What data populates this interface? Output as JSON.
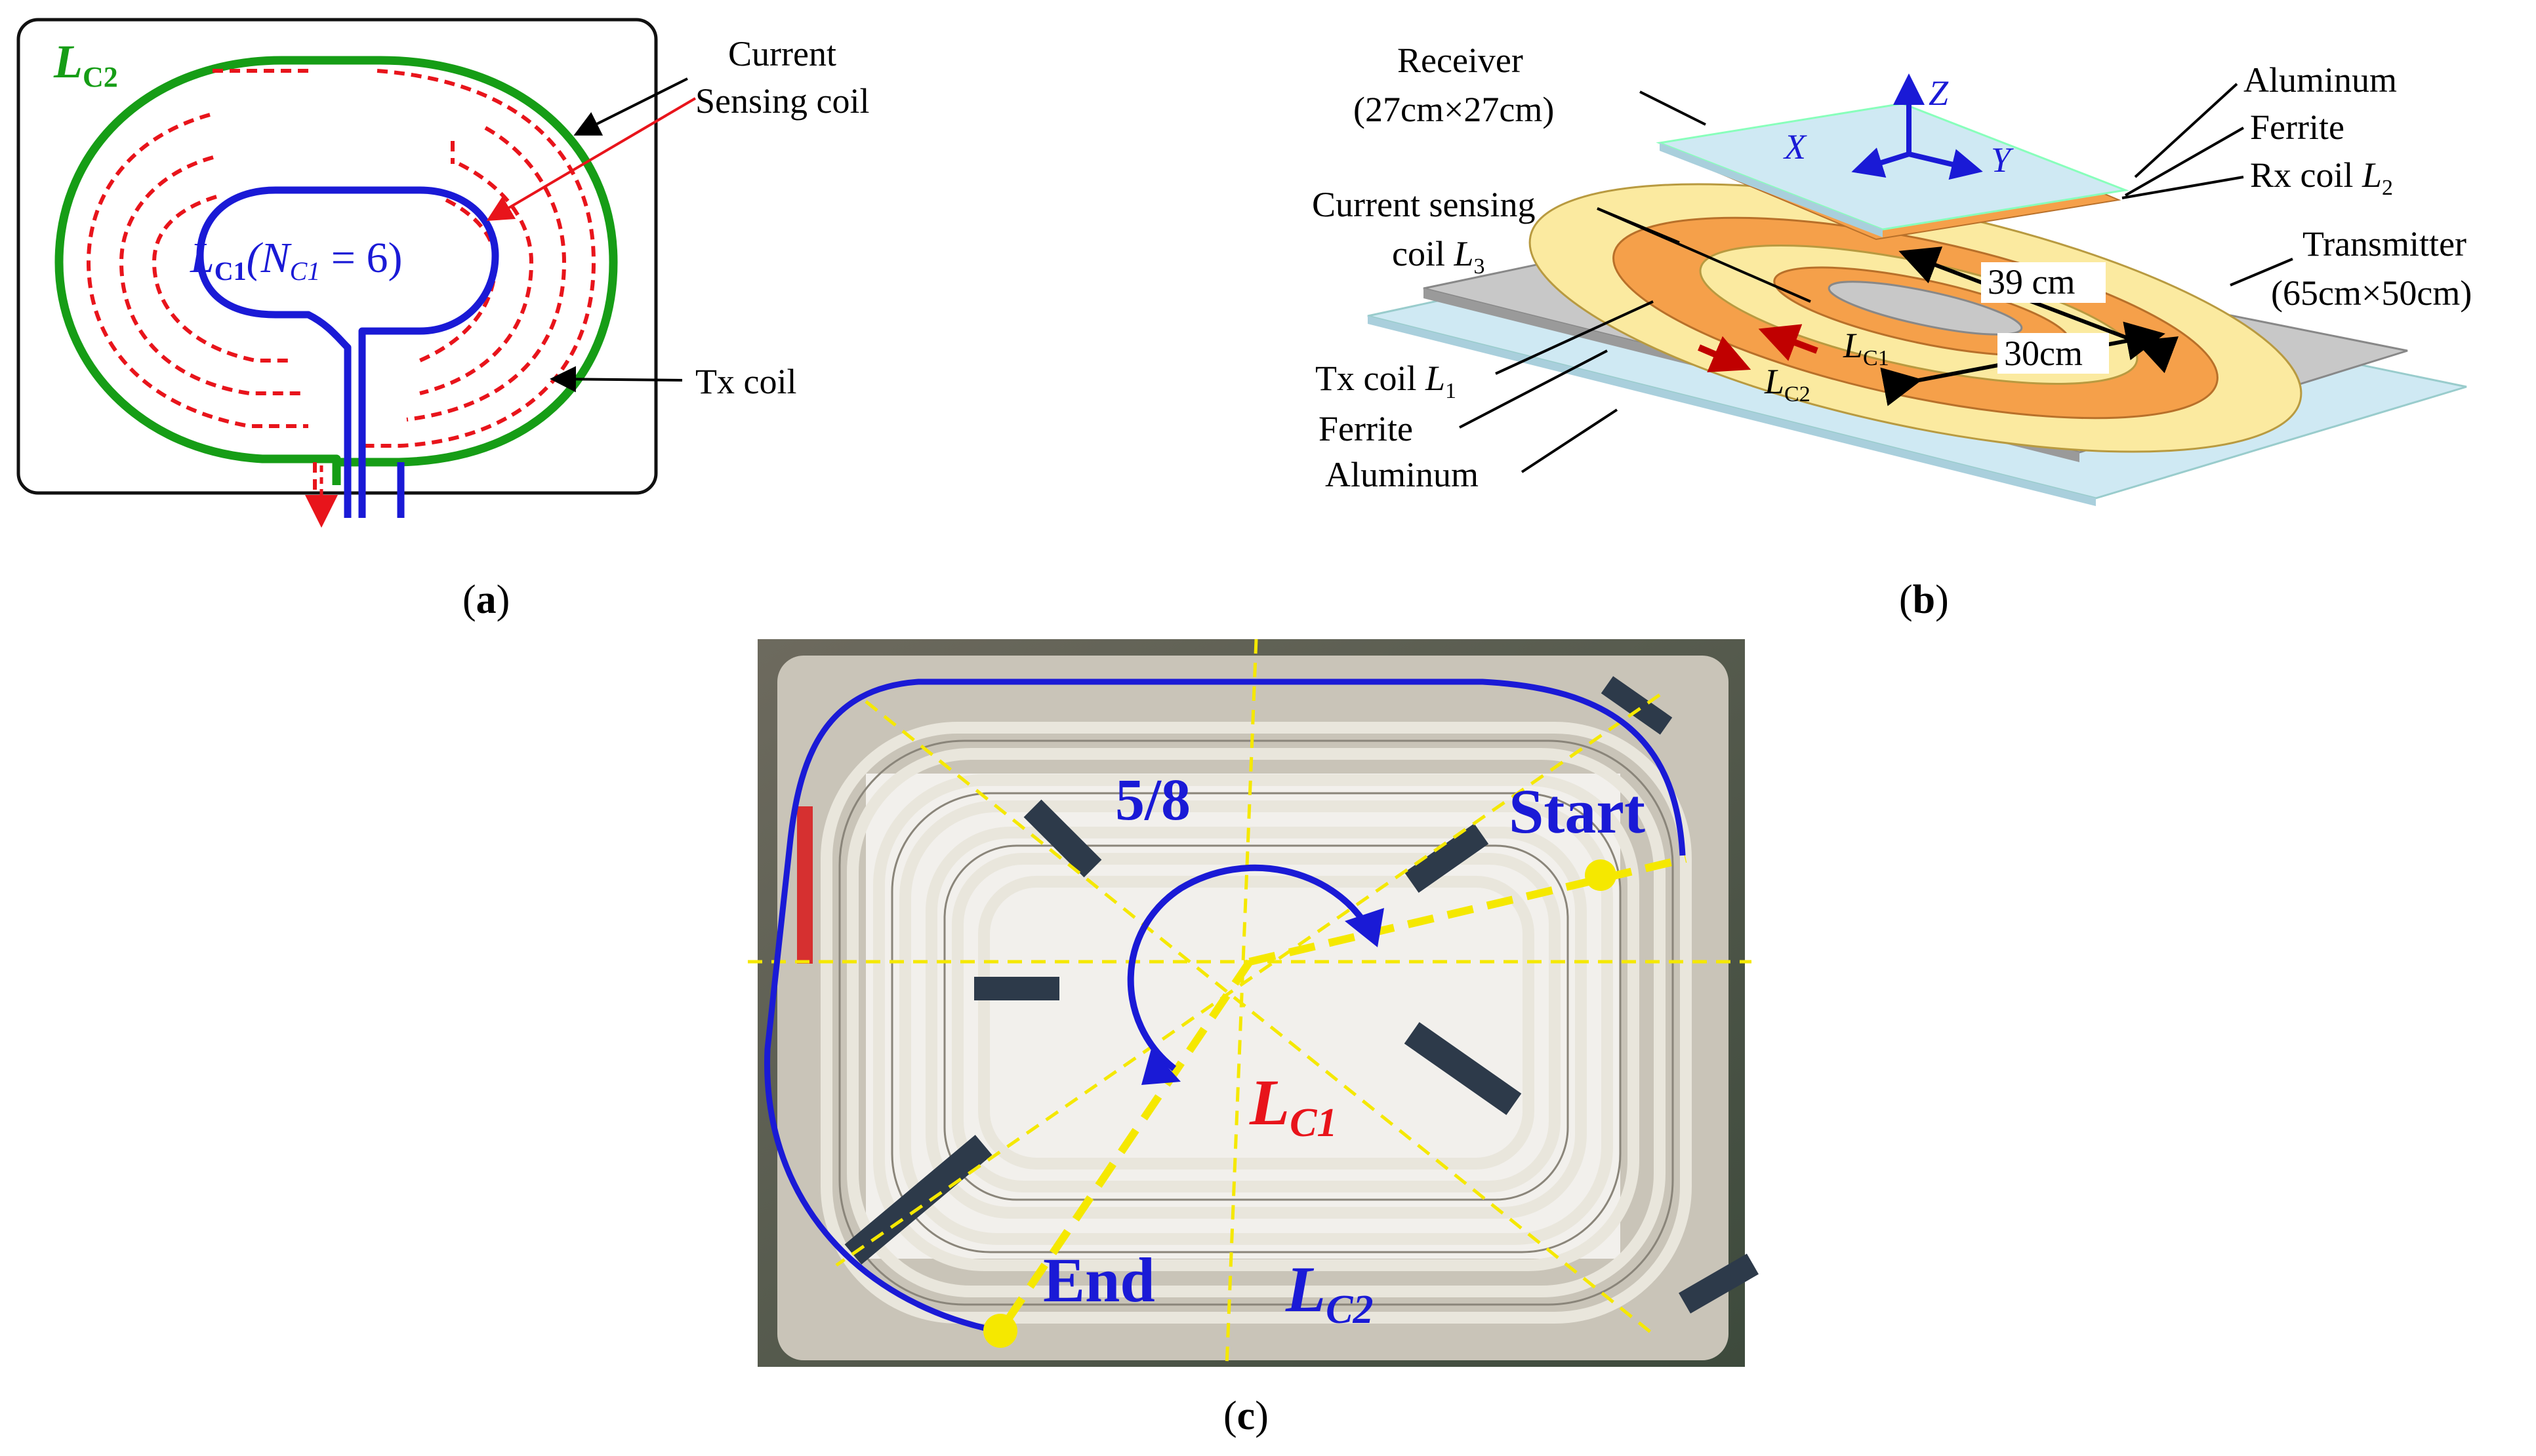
{
  "panel_a": {
    "lc2_label": "L",
    "lc2_sub": "C2",
    "current_sensing_line1": "Current",
    "current_sensing_line2": "Sensing coil",
    "lc1_label": "L",
    "lc1_sub": "C1",
    "lc1_paren_open": "(N",
    "lc1_paren_sub": "C1",
    "lc1_paren_close": " = 6)",
    "tx_coil": "Tx coil",
    "caption_open": "(",
    "caption_letter": "a",
    "caption_close": ")",
    "colors": {
      "tx_coil": "#169d16",
      "sensing_coil": "#e8141b",
      "lc1": "#1a1ad6"
    }
  },
  "panel_b": {
    "receiver_line1": "Receiver",
    "receiver_line2": "(27cm×27cm)",
    "aluminum_top": "Aluminum",
    "ferrite_top": "Ferrite",
    "rx_coil": "Rx coil ",
    "rx_coil_var": "L",
    "rx_coil_sub": "2",
    "axis_z": "Z",
    "axis_x": "X",
    "axis_y": "Y",
    "current_sensing_line1": "Current sensing",
    "current_sensing_line2": "coil ",
    "current_sensing_var": "L",
    "current_sensing_sub": "3",
    "transmitter_line1": "Transmitter",
    "transmitter_line2": "(65cm×50cm)",
    "dim_39": "39 cm",
    "dim_30": "30cm",
    "lc1_var": "L",
    "lc1_sub": "C1",
    "lc2_var": "L",
    "lc2_sub": "C2",
    "tx_coil": "Tx coil ",
    "tx_coil_var": "L",
    "tx_coil_sub": "1",
    "ferrite_bottom": "Ferrite",
    "aluminum_bottom": "Aluminum",
    "caption_open": "(",
    "caption_letter": "b",
    "caption_close": ")",
    "colors": {
      "axis": "#1a1ad6",
      "coil": "#f5a04a",
      "coil_outer": "#fbeaa0",
      "plate": "#c8c8c8",
      "aluminum": "#cfe9f3",
      "arrow": "#c00000"
    }
  },
  "panel_c": {
    "fraction": "5/8",
    "start": "Start",
    "end": "End",
    "lc1_var": "L",
    "lc1_sub": "C1",
    "lc2_var": "L",
    "lc2_sub": "C2",
    "caption_open": "(",
    "caption_letter": "c",
    "caption_close": ")",
    "colors": {
      "path": "#1a1ad6",
      "guide": "#f5e800",
      "lc1_text": "#e8141b"
    }
  }
}
